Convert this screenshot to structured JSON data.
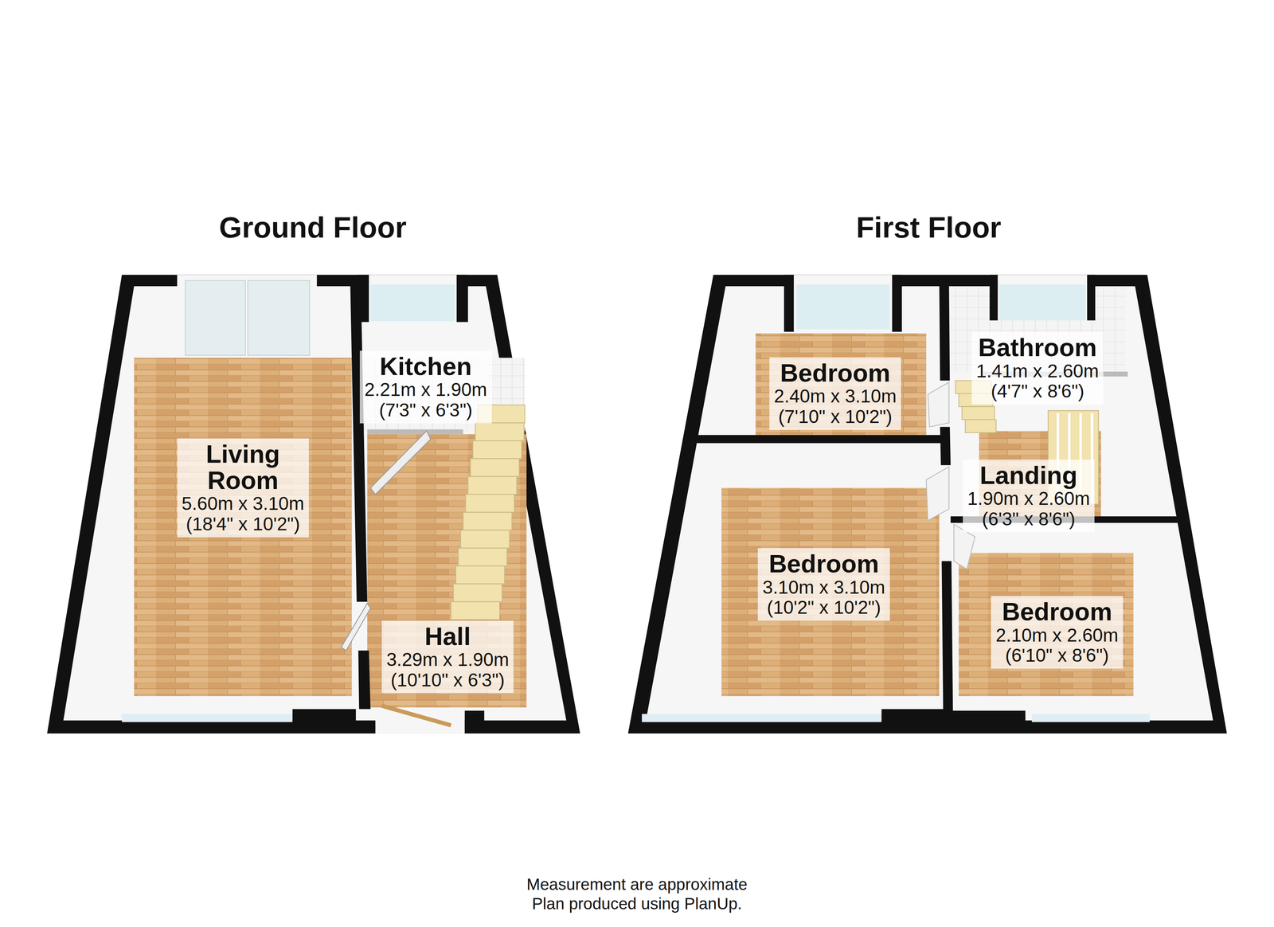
{
  "diagram": {
    "caption": "Measurement are approximate Plan produced using PlanUp.",
    "nodes": [
      {
        "text": [
          "Ground Floor"
        ]
      },
      {
        "text": [
          "Living Room",
          "5.60m x 3.10m",
          "(18'4\" x 10'2\")"
        ],
        "in": 0
      },
      {
        "text": [
          "Kitchen",
          "2.21m x 1.90m",
          "(7'3\" x 6'3\")"
        ],
        "in": 0
      },
      {
        "text": [
          "Hall",
          "3.29m x 1.90m",
          "(10'10\" x 6'3\")"
        ],
        "in": 0
      },
      {
        "text": [
          "First Floor"
        ]
      },
      {
        "text": [
          "Bedroom",
          "2.40m x 3.10m",
          "(7'10\" x 10'2\")"
        ],
        "in": 4
      },
      {
        "text": [
          "Bathroom",
          "1.41m x 2.60m",
          "(4'7\" x 8'6\")"
        ],
        "in": 4
      },
      {
        "text": [
          "Landing",
          "1.90m x 2.60m",
          "(6'3\" x 8'6\")"
        ],
        "in": 4
      },
      {
        "text": [
          "Bedroom",
          "3.10m x 3.10m",
          "(10'2\" x 10'2\")"
        ],
        "in": 4
      },
      {
        "text": [
          "Bedroom",
          "2.10m x 2.60m",
          "(6'10\" x 8'6\")"
        ],
        "in": 4
      }
    ]
  }
}
